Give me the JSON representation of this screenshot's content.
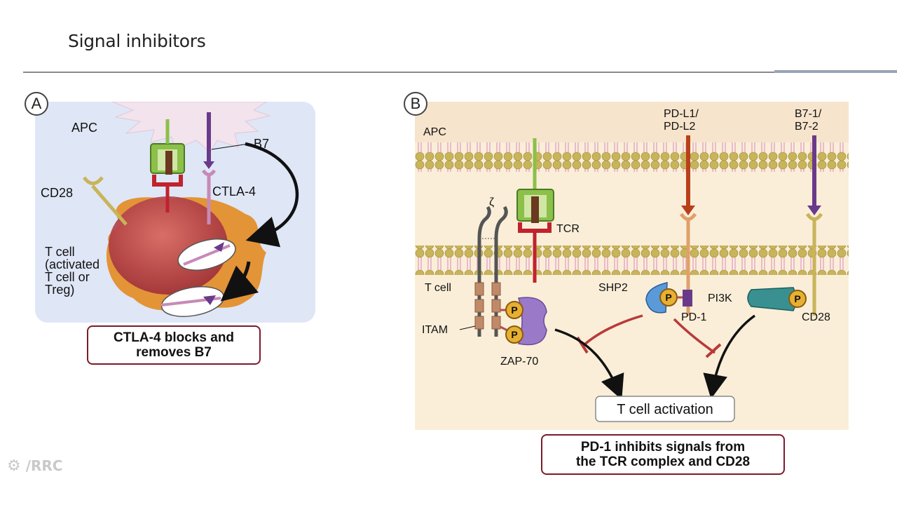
{
  "slide": {
    "title": "Signal inhibitors"
  },
  "panel_a": {
    "letter": "A",
    "labels": {
      "apc": "APC",
      "b7": "B7",
      "cd28": "CD28",
      "ctla4": "CTLA-4",
      "tcell_lines": [
        "T cell",
        "(activated",
        "T cell or",
        "Treg)"
      ]
    },
    "caption_lines": [
      "CTLA-4 blocks and",
      "removes B7"
    ]
  },
  "panel_b": {
    "letter": "B",
    "labels": {
      "apc": "APC",
      "pdl": [
        "PD-L1/",
        "PD-L2"
      ],
      "b7": [
        "B7-1/",
        "B7-2"
      ],
      "zeta": "ζ",
      "tcr": "TCR",
      "tcell": "T cell",
      "itam": "ITAM",
      "shp2": "SHP2",
      "pd1": "PD-1",
      "pi3k": "PI3K",
      "cd28": "CD28",
      "zap70": "ZAP-70",
      "phospho": "P",
      "activation": "T cell activation"
    },
    "caption_lines": [
      "PD-1 inhibits signals from",
      "the TCR complex and CD28"
    ]
  },
  "logo": {
    "text": "/RRC"
  },
  "colors": {
    "apc_fill": "#f2e8f0",
    "tcell_fill": "#e89a3c",
    "membrane_bead": "#c8b45a",
    "membrane_core": "#e6a8c8",
    "tcr_green": "#8cc04a",
    "tcr_red": "#c0222e",
    "b7_purple": "#6a3a8a",
    "ctla4_pink": "#c68ab8",
    "pd1_orange": "#e0a06a",
    "pdl_red": "#b8401a",
    "caption_border": "#7a1c2a"
  }
}
